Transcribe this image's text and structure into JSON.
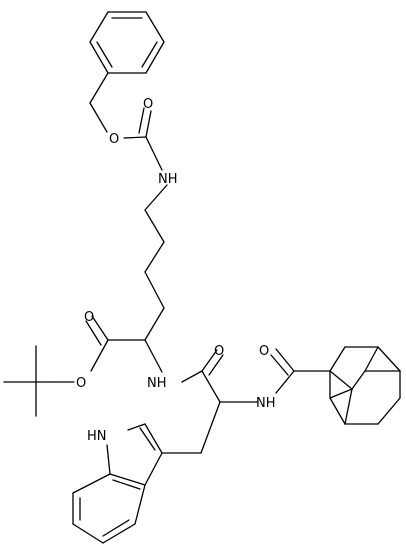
{
  "atom_labels": {
    "ester_o": "O",
    "ester_carbonyl_o": "O",
    "carbamate_nh": "NH",
    "ester_o_tbu": "O",
    "ester_co_o": "O",
    "amide_nh_lys": "NH",
    "amide_o": "O",
    "amide_nh_trp": "NH",
    "adamantoyl_o": "O",
    "indole_nh": "HN"
  },
  "colors": {
    "bond": "#000000",
    "background": "#ffffff"
  }
}
